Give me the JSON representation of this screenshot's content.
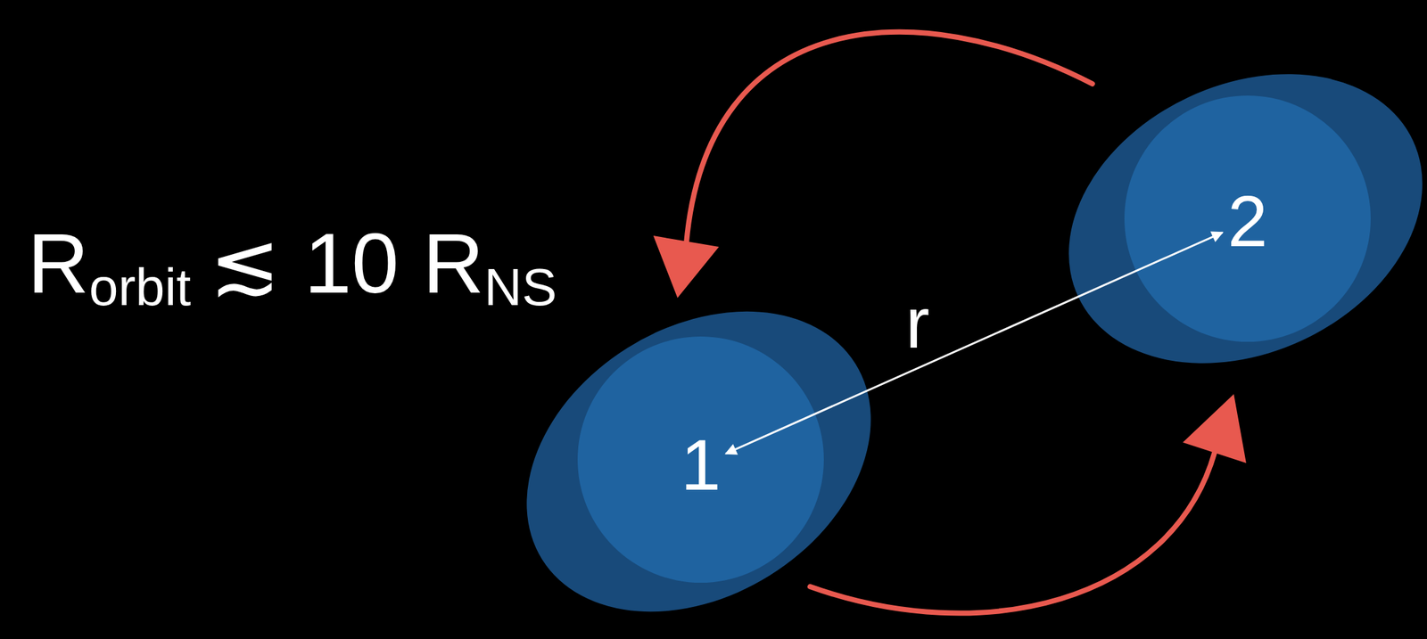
{
  "diagram": {
    "nodes": [
      {
        "text": [
          "1"
        ]
      },
      {
        "text": [
          "2"
        ]
      }
    ],
    "edges": [
      {
        "from": 0,
        "to": 1,
        "label": "r",
        "arrow": "both"
      }
    ],
    "labels": [
      "R",
      "orbit",
      "≲ 10 R",
      "NS"
    ]
  }
}
